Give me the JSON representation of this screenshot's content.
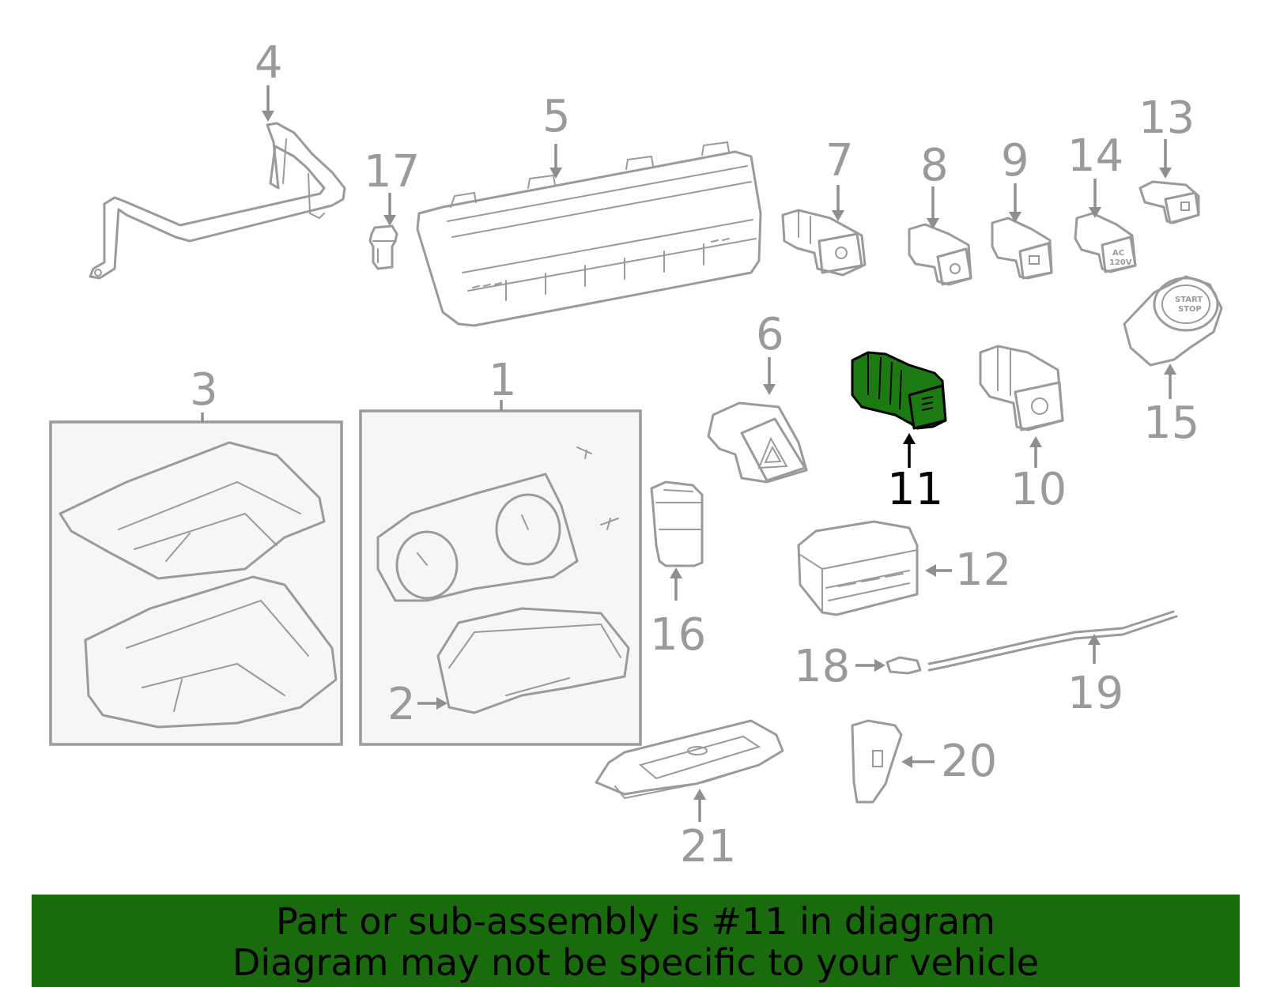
{
  "callouts": [
    {
      "id": "1",
      "label": "1",
      "highlighted": false
    },
    {
      "id": "2",
      "label": "2",
      "highlighted": false
    },
    {
      "id": "3",
      "label": "3",
      "highlighted": false
    },
    {
      "id": "4",
      "label": "4",
      "highlighted": false
    },
    {
      "id": "5",
      "label": "5",
      "highlighted": false
    },
    {
      "id": "6",
      "label": "6",
      "highlighted": false
    },
    {
      "id": "7",
      "label": "7",
      "highlighted": false
    },
    {
      "id": "8",
      "label": "8",
      "highlighted": false
    },
    {
      "id": "9",
      "label": "9",
      "highlighted": false
    },
    {
      "id": "10",
      "label": "10",
      "highlighted": false
    },
    {
      "id": "11",
      "label": "11",
      "highlighted": true
    },
    {
      "id": "12",
      "label": "12",
      "highlighted": false
    },
    {
      "id": "13",
      "label": "13",
      "highlighted": false
    },
    {
      "id": "14",
      "label": "14",
      "highlighted": false
    },
    {
      "id": "15",
      "label": "15",
      "highlighted": false
    },
    {
      "id": "16",
      "label": "16",
      "highlighted": false
    },
    {
      "id": "17",
      "label": "17",
      "highlighted": false
    },
    {
      "id": "18",
      "label": "18",
      "highlighted": false
    },
    {
      "id": "19",
      "label": "19",
      "highlighted": false
    },
    {
      "id": "20",
      "label": "20",
      "highlighted": false
    },
    {
      "id": "21",
      "label": "21",
      "highlighted": false
    }
  ],
  "part_markings": {
    "start_stop_line1": "START",
    "start_stop_line2": "STOP",
    "outlet_line1": "AC",
    "outlet_line2": "120V"
  },
  "banner": {
    "line1": "Part or sub-assembly is #11 in diagram",
    "line2": "Diagram may not be specific to your vehicle",
    "background_color": "#1a6b0d"
  },
  "colors": {
    "highlight_part": "#1c7a12",
    "line_art": "#9a9a9a"
  }
}
